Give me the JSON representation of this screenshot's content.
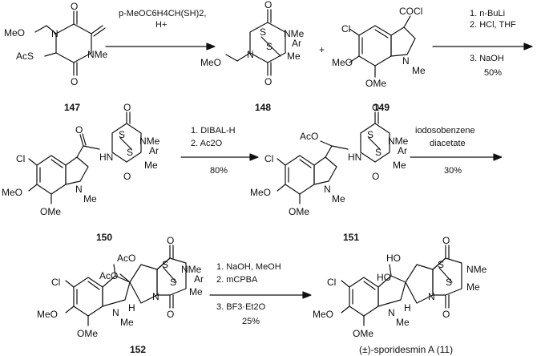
{
  "compounds": {
    "c147": "147",
    "c148": "148",
    "c149": "149",
    "c150": "150",
    "c151": "151",
    "c152": "152",
    "product": "(±)-sporidesmin A (11)"
  },
  "atoms": {
    "MeO": "MeO",
    "AcS": "AcS",
    "NMe": "NMe",
    "N": "N",
    "O": "O",
    "S": "S",
    "Ar": "Ar",
    "Me": "Me",
    "Cl": "Cl",
    "OMe": "OMe",
    "COCl": "COCl",
    "HN": "HN",
    "H": "H",
    "AcO": "AcO",
    "HO": "HO",
    "plus": "+"
  },
  "arrows": {
    "a1": {
      "reagent": "p-MeOC6H4CH(SH)2,",
      "cond": "H+"
    },
    "a2": {
      "steps": [
        "1. n-BuLi",
        "2. HCl, THF",
        "3. NaOH"
      ],
      "yield": "50%"
    },
    "a3": {
      "steps": [
        "1. DIBAL-H",
        "2. Ac2O"
      ],
      "yield": "80%"
    },
    "a4": {
      "steps": [
        "iodosobenzene",
        "diacetate"
      ],
      "yield": "30%"
    },
    "a5": {
      "steps": [
        "1. NaOH, MeOH",
        "2. mCPBA",
        "3. BF3·Et2O"
      ],
      "yield": "25%"
    }
  }
}
